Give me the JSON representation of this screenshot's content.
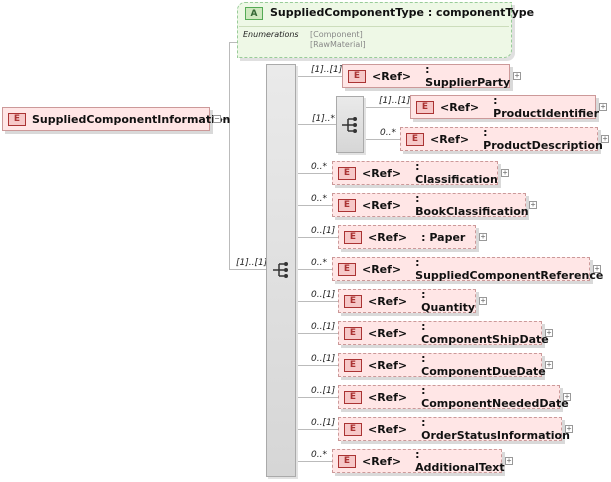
{
  "root": {
    "badge": "E",
    "label": "SuppliedComponentInformation"
  },
  "attribute": {
    "badge": "A",
    "label": "SuppliedComponentType : componentType",
    "enum_label": "Enumerations",
    "enum_values": [
      "[Component]",
      "[RawMaterial]"
    ]
  },
  "sequence_card": "[1]..[1]",
  "choice_card": "[1]..*",
  "ref_label": "<Ref>",
  "elements": [
    {
      "card": "[1]..[1]",
      "name": ": SupplierParty"
    },
    {
      "card": "[1]..[1]",
      "name": ": ProductIdentifier"
    },
    {
      "card": "0..*",
      "name": ": ProductDescription"
    },
    {
      "card": "0..*",
      "name": ": Classification"
    },
    {
      "card": "0..*",
      "name": ": BookClassification"
    },
    {
      "card": "0..[1]",
      "name": ": Paper"
    },
    {
      "card": "0..*",
      "name": ": SuppliedComponentReference"
    },
    {
      "card": "0..[1]",
      "name": ": Quantity"
    },
    {
      "card": "0..[1]",
      "name": ": ComponentShipDate"
    },
    {
      "card": "0..[1]",
      "name": ": ComponentDueDate"
    },
    {
      "card": "0..[1]",
      "name": ": ComponentNeededDate"
    },
    {
      "card": "0..[1]",
      "name": ": OrderStatusInformation"
    },
    {
      "card": "0..*",
      "name": ": AdditionalText"
    }
  ],
  "expand_glyph": "+",
  "collapse_glyph": "−"
}
